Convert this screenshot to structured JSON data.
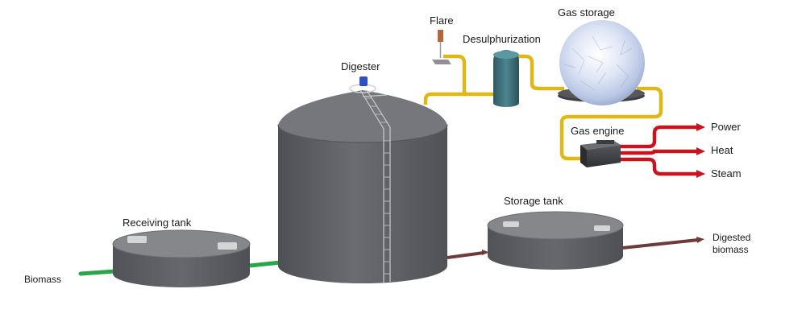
{
  "labels": {
    "biomass": "Biomass",
    "receiving_tank": "Receiving tank",
    "digester": "Digester",
    "flare": "Flare",
    "desulphurization": "Desulphurization",
    "gas_storage": "Gas storage",
    "gas_engine": "Gas engine",
    "power": "Power",
    "heat": "Heat",
    "steam": "Steam",
    "storage_tank": "Storage tank",
    "digested_line1": "Digested",
    "digested_line2": "biomass"
  },
  "colors": {
    "tank_body": "#5f6166",
    "tank_top": "#8a8c90",
    "biomass_pipe": "#2aa54a",
    "gas_pipe": "#e0b814",
    "output_pipe": "#c8141e",
    "digestate_pipe": "#6e3a3a",
    "desulph_vessel": "#3f6f78",
    "gas_sphere": "#d8e2f5"
  }
}
